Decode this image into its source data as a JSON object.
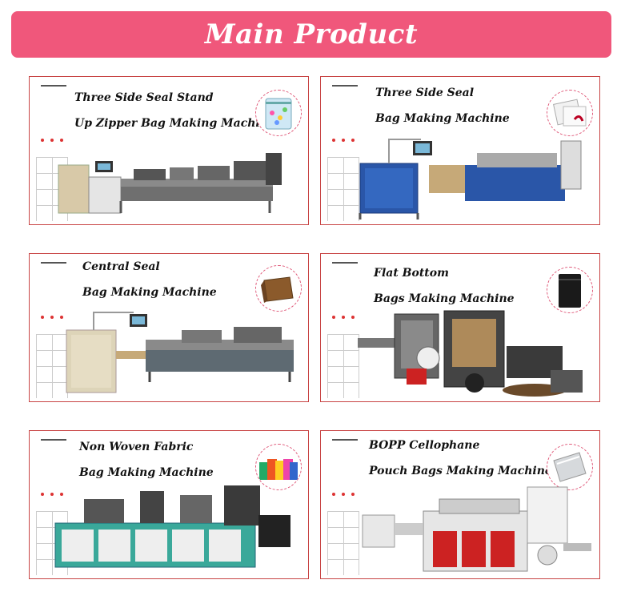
{
  "banner": {
    "title": "Main Product"
  },
  "products": [
    {
      "line1": "Three Side Seal Stand",
      "line2": "Up Zipper Bag Making Machine",
      "icon": "zipper-bag-icon"
    },
    {
      "line1": "Three Side Seal",
      "line2": "Bag Making Machine",
      "icon": "flat-pouch-icon"
    },
    {
      "line1": "Central Seal",
      "line2": "Bag Making Machine",
      "icon": "paper-bag-icon"
    },
    {
      "line1": "Flat Bottom",
      "line2": "Bags Making Machine",
      "icon": "black-pouch-icon"
    },
    {
      "line1": "Non Woven Fabric",
      "line2": "Bag Making Machine",
      "icon": "tote-bags-icon"
    },
    {
      "line1": "BOPP Cellophane",
      "line2": "Pouch Bags Making Machine",
      "icon": "clear-bag-icon"
    }
  ],
  "colors": {
    "banner": "#f0577b",
    "card_border": "#c84444",
    "dots": "#dd3333"
  }
}
